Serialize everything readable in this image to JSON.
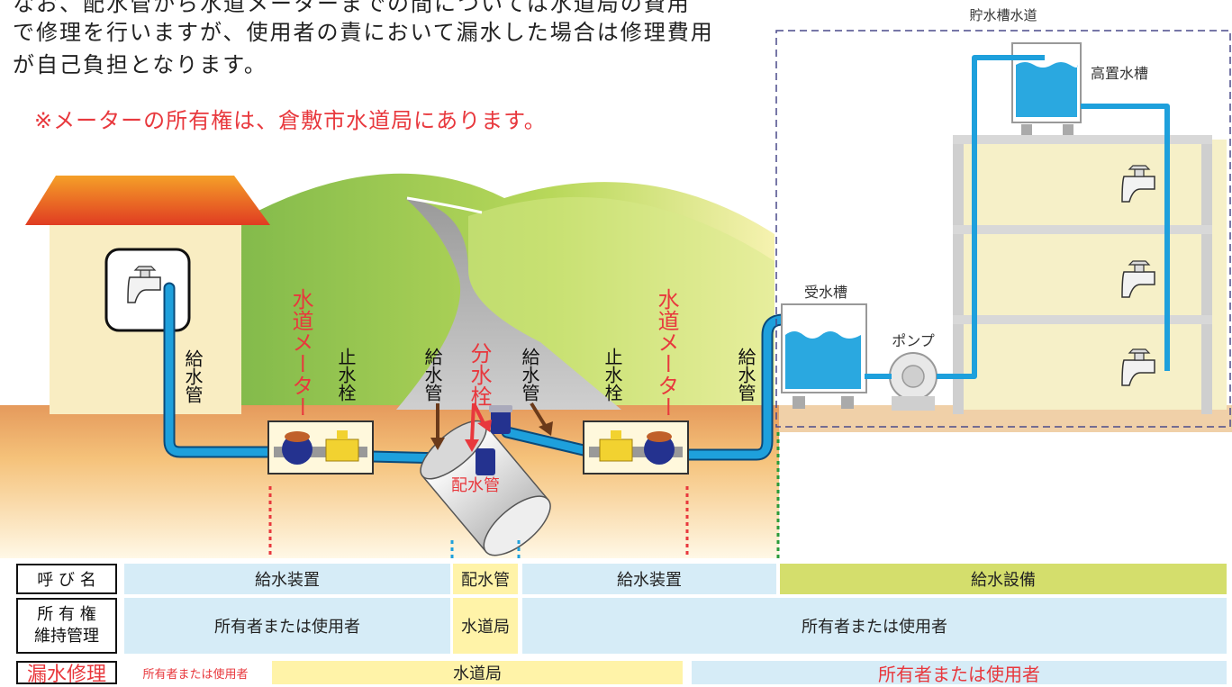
{
  "intro": {
    "line1": "なお、配水管から水道メーターまでの間については水道局の費用",
    "line2": "で修理を行いますが、使用者の責において漏水した場合は修理費用",
    "line3": "が自己負担となります。"
  },
  "notice": "※メーターの所有権は、倉敷市水道局にあります。",
  "labels": {
    "tank_system": "貯水槽水道",
    "elevated_tank": "高置水槽",
    "receiving_tank": "受水槽",
    "pump": "ポンプ",
    "water_meter_left": "水道メーター",
    "water_meter_right": "水道メーター",
    "stop_valve_left": "止水栓",
    "stop_valve_right": "止水栓",
    "supply_pipe_1": "給水管",
    "supply_pipe_2": "給水管",
    "supply_pipe_3": "給水管",
    "supply_pipe_4": "給水管",
    "branch_valve": "分水栓",
    "main_pipe": "配水管"
  },
  "table": {
    "row1_header": "呼 び 名",
    "row2_header_a": "所 有 権",
    "row2_header_b": "維持管理",
    "row3_header": "漏水修理",
    "r1": [
      "給水装置",
      "配水管",
      "給水装置",
      "給水設備"
    ],
    "r2": [
      "所有者または使用者",
      "水道局",
      "所有者または使用者"
    ],
    "r3": [
      "所有者または使用者",
      "水道局",
      "所有者または使用者"
    ]
  },
  "colors": {
    "pipe": "#1ea0dc",
    "roof": "#e8502a",
    "hill": "#9dc84a",
    "ground": "#f0b070",
    "red": "#e8383d",
    "tank_water": "#2aa8e0"
  }
}
